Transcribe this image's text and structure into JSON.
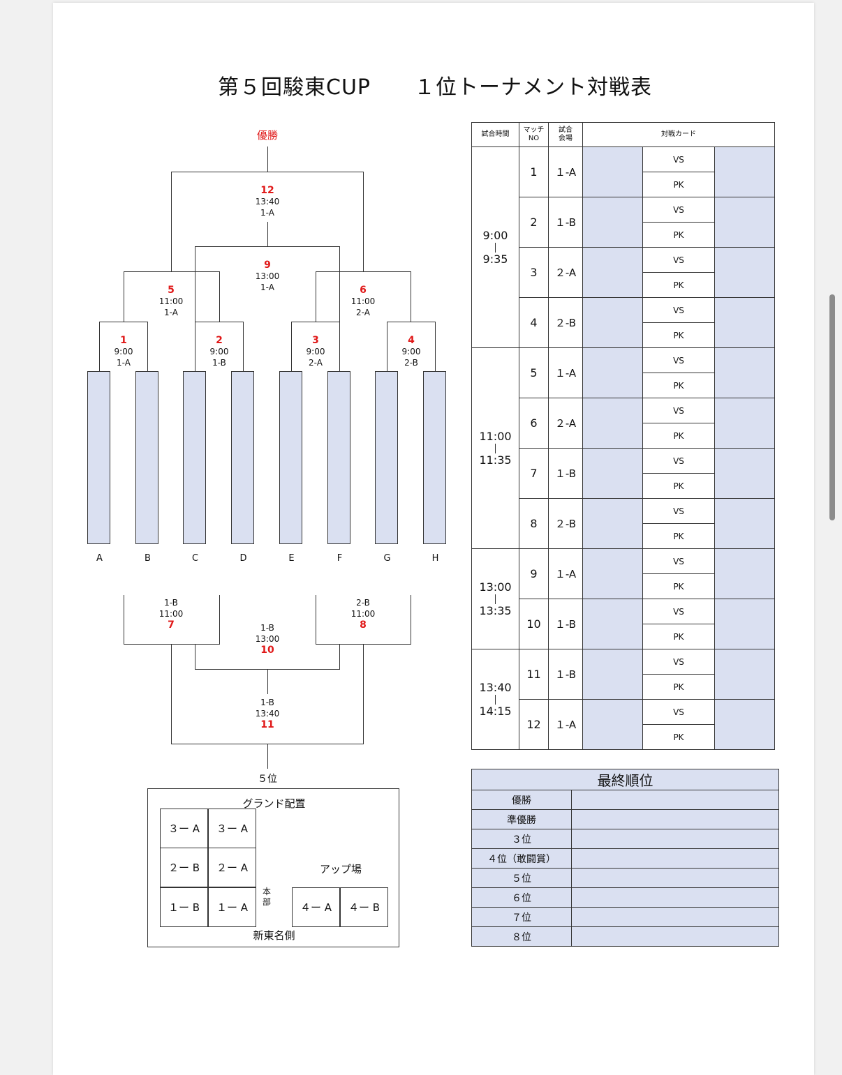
{
  "title": "第５回駿東CUP　　１位トーナメント対戦表",
  "bracket": {
    "champion": "優勝",
    "fifth": "５位",
    "teams": [
      "A",
      "B",
      "C",
      "D",
      "E",
      "F",
      "G",
      "H"
    ],
    "m1": {
      "no": "1",
      "time": "9:00",
      "court": "1-A"
    },
    "m2": {
      "no": "2",
      "time": "9:00",
      "court": "1-B"
    },
    "m3": {
      "no": "3",
      "time": "9:00",
      "court": "2-A"
    },
    "m4": {
      "no": "4",
      "time": "9:00",
      "court": "2-B"
    },
    "m5": {
      "no": "5",
      "time": "11:00",
      "court": "1-A"
    },
    "m6": {
      "no": "6",
      "time": "11:00",
      "court": "2-A"
    },
    "m9": {
      "no": "9",
      "time": "13:00",
      "court": "1-A"
    },
    "m12": {
      "no": "12",
      "time": "13:40",
      "court": "1-A"
    },
    "m7": {
      "no": "7",
      "time": "11:00",
      "court": "1-B"
    },
    "m8": {
      "no": "8",
      "time": "11:00",
      "court": "2-B"
    },
    "m10": {
      "no": "10",
      "time": "13:00",
      "court": "1-B"
    },
    "m11": {
      "no": "11",
      "time": "13:40",
      "court": "1-B"
    }
  },
  "schedule": {
    "headers": {
      "time": "試合時間",
      "match": "マッチ\nNO",
      "court": "試合\n会場",
      "card": "対戦カード"
    },
    "vs": "VS",
    "pk": "PK",
    "slots": [
      {
        "start": "9:00",
        "end": "9:35"
      },
      {
        "start": "11:00",
        "end": "11:35"
      },
      {
        "start": "13:00",
        "end": "13:35"
      },
      {
        "start": "13:40",
        "end": "14:15"
      }
    ],
    "matches": [
      {
        "no": "1",
        "court": "１-A"
      },
      {
        "no": "2",
        "court": "１-B"
      },
      {
        "no": "3",
        "court": "２-A"
      },
      {
        "no": "4",
        "court": "２-B"
      },
      {
        "no": "5",
        "court": "１-A"
      },
      {
        "no": "6",
        "court": "２-A"
      },
      {
        "no": "7",
        "court": "１-B"
      },
      {
        "no": "8",
        "court": "２-B"
      },
      {
        "no": "9",
        "court": "１-A"
      },
      {
        "no": "10",
        "court": "１-B"
      },
      {
        "no": "11",
        "court": "１-B"
      },
      {
        "no": "12",
        "court": "１-A"
      }
    ]
  },
  "final": {
    "title": "最終順位",
    "ranks": [
      "優勝",
      "準優勝",
      "３位",
      "４位（敢闘賞）",
      "５位",
      "６位",
      "７位",
      "８位"
    ]
  },
  "ground": {
    "title": "グランド配置",
    "fields": [
      "３ー A",
      "３ー A",
      "２ー B",
      "２ー A",
      "１ー B",
      "１ー A"
    ],
    "hq": "本\n部",
    "warmup_title": "アップ場",
    "warmup": [
      "４ー A",
      "４ー B"
    ],
    "bottom": "新東名側"
  }
}
